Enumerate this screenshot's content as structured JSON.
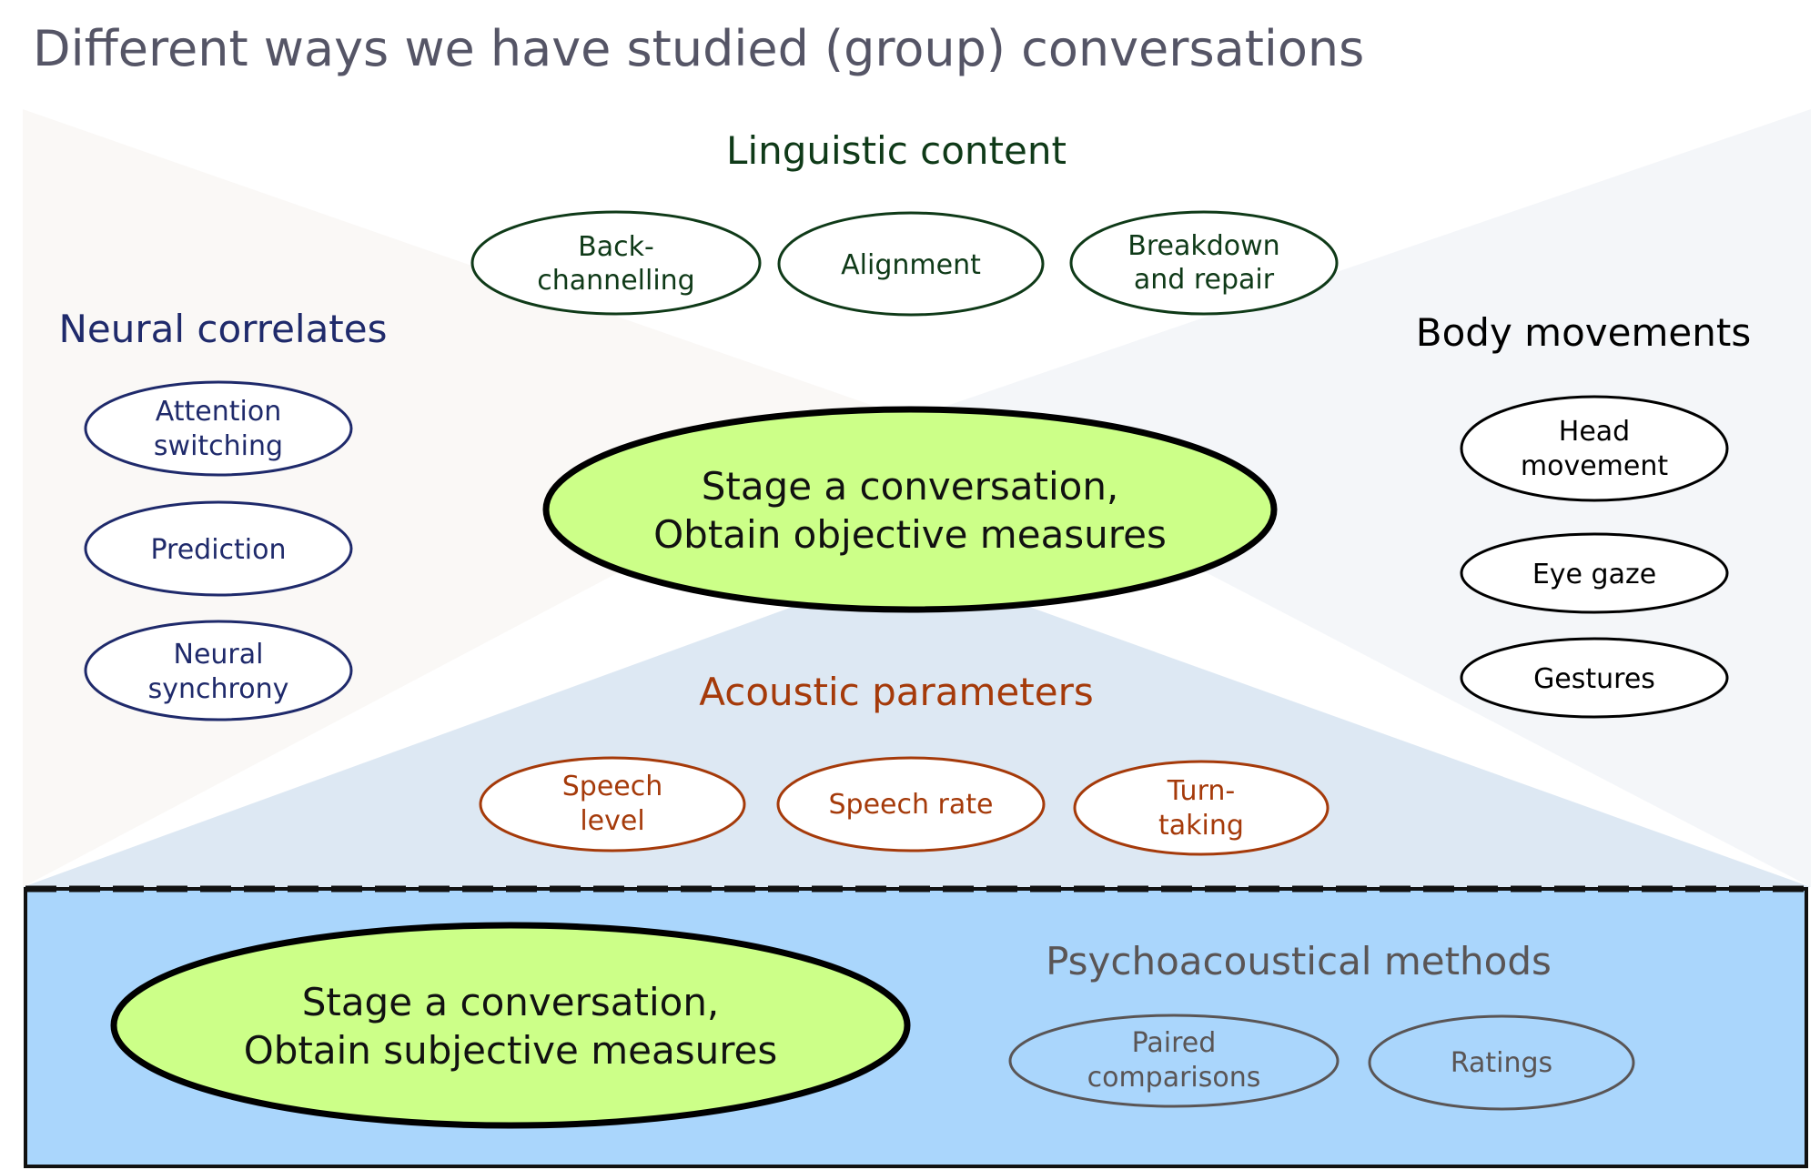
{
  "title": "Different ways we have studied (group) conversations",
  "colors": {
    "linguistic": "#0f3a18",
    "neural": "#1f2a6b",
    "body": "#000000",
    "acoustic": "#a53a0a",
    "psycho": "#5a5555",
    "ellipse_fill": "#ccff88",
    "lower_box": "#aad6fc",
    "acoustic_region": "#dde8f3"
  },
  "linguistic": {
    "heading": "Linguistic content",
    "items": [
      {
        "lines": [
          "Back-",
          "channelling"
        ]
      },
      {
        "lines": [
          "Alignment"
        ]
      },
      {
        "lines": [
          "Breakdown",
          "and repair"
        ]
      }
    ]
  },
  "neural": {
    "heading": "Neural correlates",
    "items": [
      {
        "lines": [
          "Attention",
          "switching"
        ]
      },
      {
        "lines": [
          "Prediction"
        ]
      },
      {
        "lines": [
          "Neural",
          "synchrony"
        ]
      }
    ]
  },
  "body": {
    "heading": "Body movements",
    "items": [
      {
        "lines": [
          "Head",
          "movement"
        ]
      },
      {
        "lines": [
          "Eye gaze"
        ]
      },
      {
        "lines": [
          "Gestures"
        ]
      }
    ]
  },
  "acoustic": {
    "heading": "Acoustic parameters",
    "items": [
      {
        "lines": [
          "Speech",
          "level"
        ]
      },
      {
        "lines": [
          "Speech rate"
        ]
      },
      {
        "lines": [
          "Turn-",
          "taking"
        ]
      }
    ]
  },
  "psycho": {
    "heading": "Psychoacoustical methods",
    "items": [
      {
        "lines": [
          "Paired",
          "comparisons"
        ]
      },
      {
        "lines": [
          "Ratings"
        ]
      }
    ]
  },
  "objective": {
    "lines": [
      "Stage a conversation,",
      "Obtain objective measures"
    ]
  },
  "subjective": {
    "lines": [
      "Stage a conversation,",
      "Obtain subjective measures"
    ]
  }
}
